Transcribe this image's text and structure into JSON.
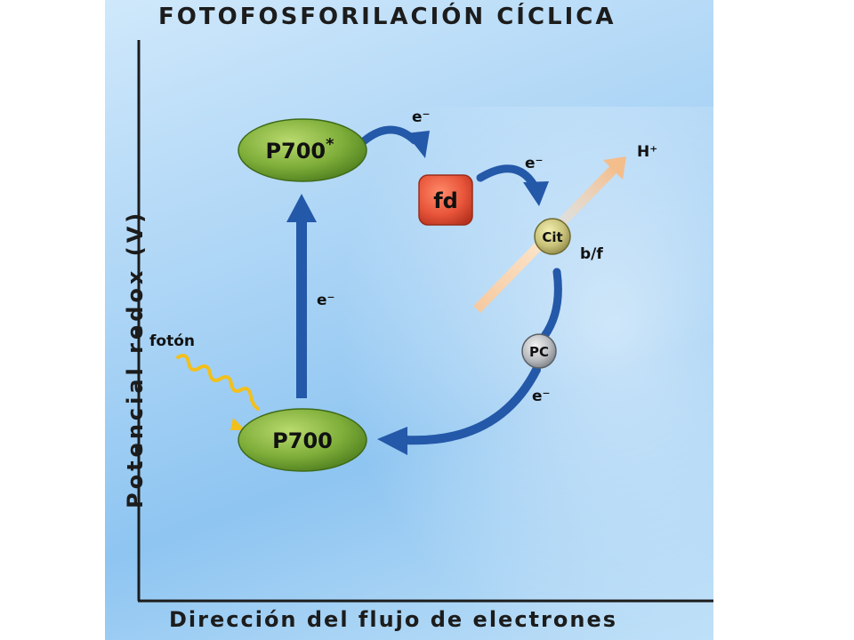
{
  "diagram": {
    "title": "FOTOFOSFORILACIÓN CÍCLICA",
    "x_axis_label": "Dirección del flujo de electrones",
    "y_axis_label": "Potencial redox (V)",
    "nodes": {
      "p700_excited": {
        "label": "P700",
        "superscript": "*"
      },
      "p700": {
        "label": "P700"
      },
      "fd": {
        "label": "fd"
      },
      "cit": {
        "label": "Cit",
        "side_label": "b/f"
      },
      "pc": {
        "label": "PC"
      }
    },
    "labels": {
      "photon": "fotón",
      "electron_up": "e⁻",
      "electron_to_fd": "e⁻",
      "electron_to_cit": "e⁻",
      "electron_from_pc": "e⁻",
      "proton": "H⁺"
    },
    "colors": {
      "background": "#a9d3f5",
      "ellipse_green": "#7fae3a",
      "fd_red": "#e8553a",
      "arrow_blue": "#2458a8",
      "proton_arrow": "#f6c9a0",
      "photon_yellow": "#f2c01c",
      "axis": "#1c1c1c"
    }
  }
}
